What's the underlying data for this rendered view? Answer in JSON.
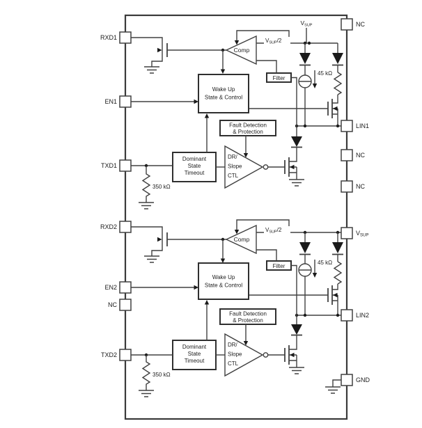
{
  "figure": {
    "type": "functional-block-diagram",
    "ink_color": "#404040",
    "background": "#ffffff"
  },
  "pins": {
    "left": [
      "RXD1",
      "EN1",
      "TXD1",
      "RXD2",
      "EN2",
      "NC",
      "TXD2"
    ],
    "right": [
      {
        "label": "NC"
      },
      {
        "label": "LIN1"
      },
      {
        "label": "NC"
      },
      {
        "label": "NC"
      },
      {
        "label": "VSUP",
        "display": "V with SUP subscript"
      },
      {
        "label": "LIN2"
      },
      {
        "label": "GND"
      }
    ]
  },
  "supply": {
    "v": "V",
    "sub": "SUP",
    "half": "/2"
  },
  "blocks": {
    "comp": "Comp",
    "filter": "Filter",
    "wakeup_line1": "Wake Up",
    "wakeup_line2": "State & Control",
    "fault_line1": "Fault Detection",
    "fault_line2": "& Protection",
    "dst_line1": "Dominant",
    "dst_line2": "State",
    "dst_line3": "Timeout",
    "drslope_line1": "DR/",
    "drslope_line2": "Slope",
    "drslope_line3": "CTL"
  },
  "resistors": {
    "lin_pullup": "45 kΩ",
    "txd_pulldown": "350 kΩ"
  }
}
